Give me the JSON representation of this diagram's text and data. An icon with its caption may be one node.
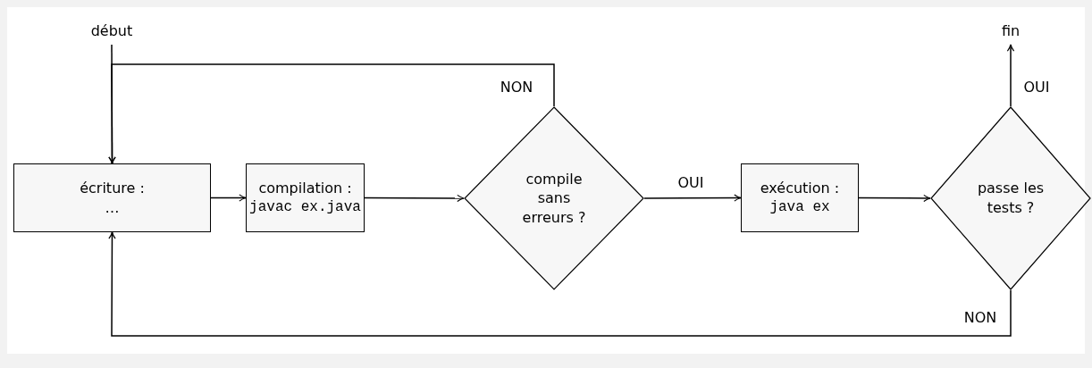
{
  "diagram": {
    "nodes": [
      {
        "text": [
          "début"
        ]
      },
      {
        "text": [
          "écriture :",
          "…"
        ]
      },
      {
        "text": [
          "compilation :",
          "javac ex.java"
        ]
      },
      {
        "text": [
          "compile sans erreurs ?"
        ]
      },
      {
        "text": [
          "exécution :",
          "java ex"
        ]
      },
      {
        "text": [
          "passe les tests ?"
        ]
      },
      {
        "text": [
          "fin"
        ]
      }
    ],
    "edges": [
      {
        "from": 0,
        "to": 1,
        "arrow": "to"
      },
      {
        "from": 1,
        "to": 2,
        "arrow": "to"
      },
      {
        "from": 2,
        "to": 3,
        "arrow": "to"
      },
      {
        "from": 3,
        "to": 4,
        "arrow": "to",
        "label": "OUI"
      },
      {
        "from": 4,
        "to": 5,
        "arrow": "to"
      },
      {
        "from": 5,
        "to": 6,
        "arrow": "to",
        "label": "OUI"
      },
      {
        "from": 3,
        "to": 1,
        "arrow": "to",
        "label": "NON"
      },
      {
        "from": 5,
        "to": 1,
        "arrow": "to",
        "label": "NON"
      }
    ]
  }
}
